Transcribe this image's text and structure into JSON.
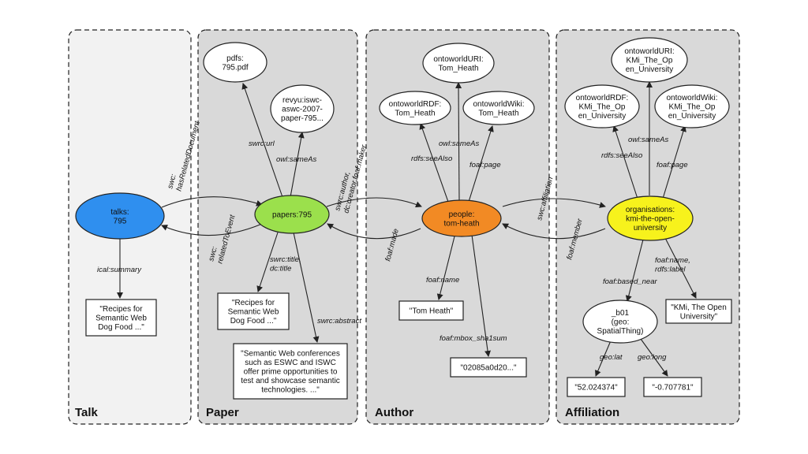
{
  "panels": {
    "talk": "Talk",
    "paper": "Paper",
    "author": "Author",
    "affiliation": "Affiliation"
  },
  "colors": {
    "talk_panel": "#f2f2f2",
    "other_panel": "#d9d9d9",
    "talk_node": "#2f8fef",
    "paper_node": "#9be04c",
    "author_node": "#f28a24",
    "org_node": "#f7f21c",
    "plain_node": "#ffffff"
  },
  "nodes": {
    "talks": [
      "talks:",
      "795"
    ],
    "papers": [
      "papers:795"
    ],
    "people": [
      "people:",
      "tom-heath"
    ],
    "org": [
      "organisations:",
      "kmi-the-open-",
      "university"
    ],
    "pdfs": [
      "pdfs:",
      "795.pdf"
    ],
    "revyu": [
      "revyu:iswc-",
      "aswc-2007-",
      "paper-795..."
    ],
    "author_uri": [
      "ontoworldURI:",
      "Tom_Heath"
    ],
    "author_rdf": [
      "ontoworldRDF:",
      "Tom_Heath"
    ],
    "author_wiki": [
      "ontoworldWiki:",
      "Tom_Heath"
    ],
    "org_uri": [
      "ontoworldURI:",
      "KMi_The_Op",
      "en_University"
    ],
    "org_rdf": [
      "ontoworldRDF:",
      "KMi_The_Op",
      "en_University"
    ],
    "org_wiki": [
      "ontoworldWiki:",
      "KMi_The_Op",
      "en_University"
    ],
    "b01": [
      "_b01",
      "(geo:",
      "SpatialThing)"
    ],
    "talk_summary": [
      "\"Recipes for",
      "Semantic Web",
      "Dog Food ...\""
    ],
    "paper_title": [
      "\"Recipes for",
      "Semantic Web",
      "Dog Food ...\""
    ],
    "paper_abstract": [
      "\"Semantic Web conferences",
      "such as ESWC and ISWC",
      "offer prime opportunities to",
      "test and showcase semantic",
      "technologies. ...\""
    ],
    "author_name": [
      "\"Tom Heath\""
    ],
    "author_mbox": [
      "\"02085a0d20...\""
    ],
    "org_name": [
      "\"KMi, The Open",
      "University\""
    ],
    "lat": [
      "\"52.024374\""
    ],
    "long": [
      "\"-0.707781\""
    ]
  },
  "edges": {
    "has_related_doc": [
      "swc:",
      "hasRelatedDocument"
    ],
    "related_to_event": [
      "swc:",
      "relatedToEvent"
    ],
    "ical_summary": [
      "ical:summary"
    ],
    "swrc_url": [
      "swrc:url"
    ],
    "paper_same_as": [
      "owl:sameAs"
    ],
    "swrc_title": [
      "swrc:title,",
      "dc:title"
    ],
    "swrc_abstract": [
      "swrc:abstract"
    ],
    "swrc_author": [
      "swrc:author,",
      "dc:creator,foaf:maker"
    ],
    "foaf_made": [
      "foaf:made"
    ],
    "author_see_also": [
      "rdfs:seeAlso"
    ],
    "author_same_as": [
      "owl:sameAs"
    ],
    "author_page": [
      "foaf:page"
    ],
    "foaf_name": [
      "foaf:name"
    ],
    "foaf_mbox": [
      "foaf:mbox_sha1sum"
    ],
    "swc_affiliation": [
      "swc:affiliation"
    ],
    "foaf_member": [
      "foaf:member"
    ],
    "org_see_also": [
      "rdfs:seeAlso"
    ],
    "org_same_as": [
      "owl:sameAs"
    ],
    "org_page": [
      "foaf:page"
    ],
    "based_near": [
      "foaf:based_near"
    ],
    "org_name_label": [
      "foaf:name,",
      "rdfs:label"
    ],
    "geo_lat": [
      "geo:lat"
    ],
    "geo_long": [
      "geo:long"
    ]
  }
}
